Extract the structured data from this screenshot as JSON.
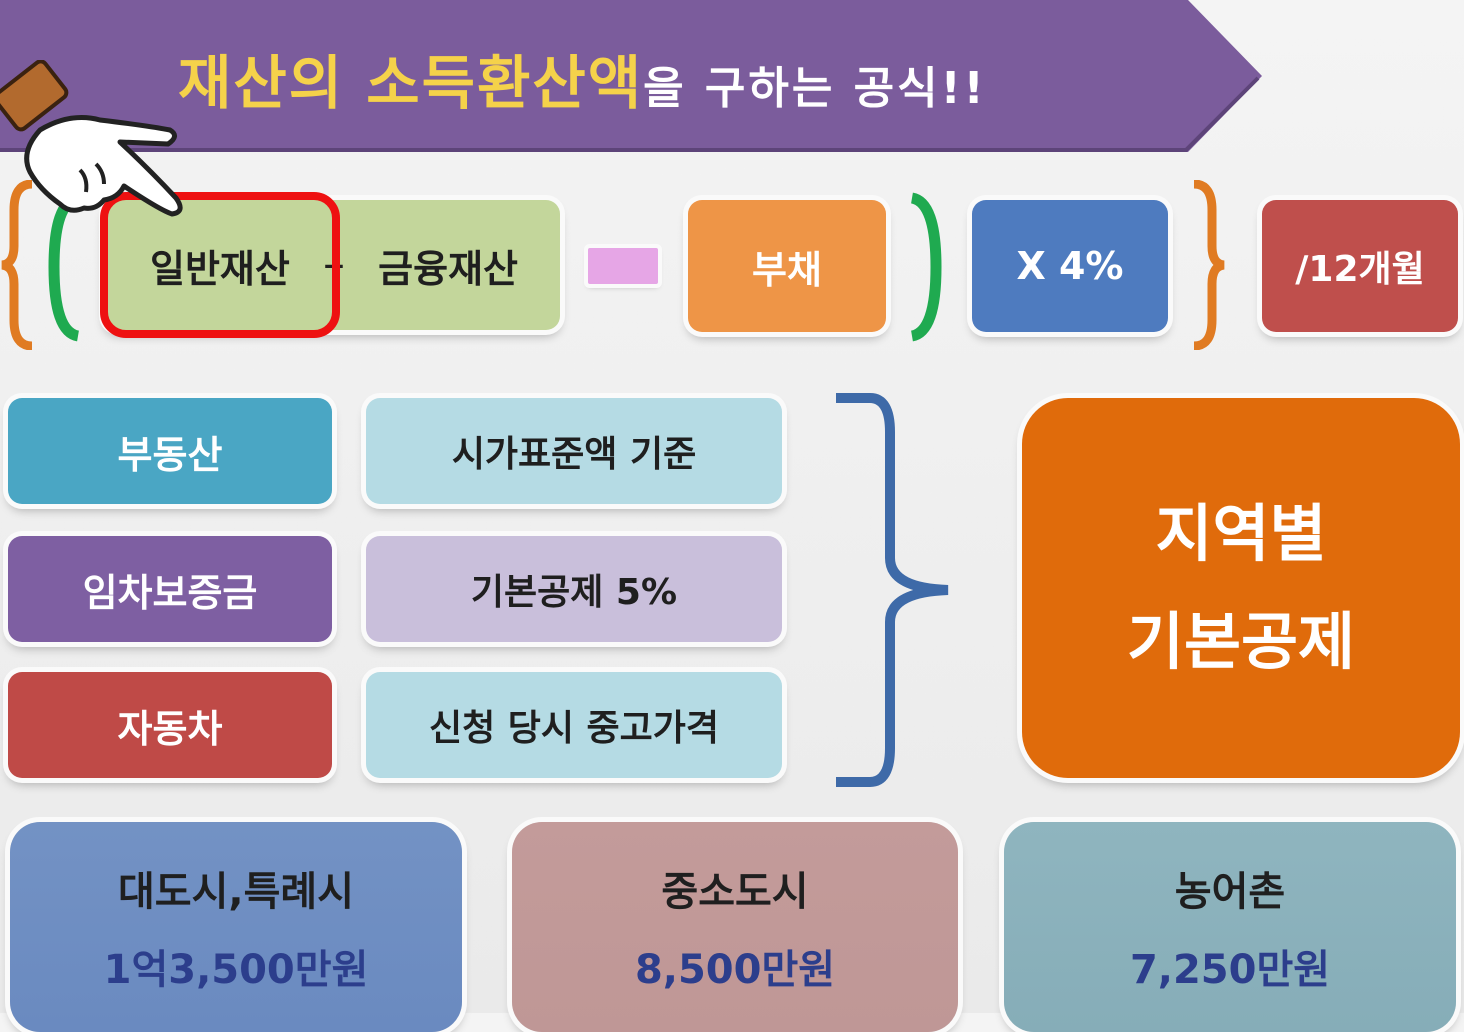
{
  "title": {
    "highlight": "재산의 소득환산액",
    "rest": "을 구하는 공식!!"
  },
  "formula": {
    "general_assets": "일반재산",
    "plus": "+",
    "financial_assets": "금융재산",
    "debt": "부채",
    "rate": "X 4%",
    "months": "/12개월"
  },
  "asset_types": [
    {
      "name": "부동산",
      "basis": "시가표준액 기준",
      "color": "#4aa6c4"
    },
    {
      "name": "임차보증금",
      "basis": "기본공제 5%",
      "color": "#7e5fa2"
    },
    {
      "name": "자동차",
      "basis": "신청 당시 중고가격",
      "color": "#bf4a47"
    }
  ],
  "regional_deduction": {
    "line1": "지역별",
    "line2": "기본공제"
  },
  "regions": [
    {
      "name": "대도시,특례시",
      "amount": "1억3,500만원"
    },
    {
      "name": "중소도시",
      "amount": "8,500만원"
    },
    {
      "name": "농어촌",
      "amount": "7,250만원"
    }
  ],
  "colors": {
    "banner": "#7b5c9c",
    "highlight_text": "#f5d24a",
    "amount_text": "#2c3e8c",
    "selection_outline": "#ee1111"
  },
  "icons": [
    "pointing-hand-icon"
  ]
}
